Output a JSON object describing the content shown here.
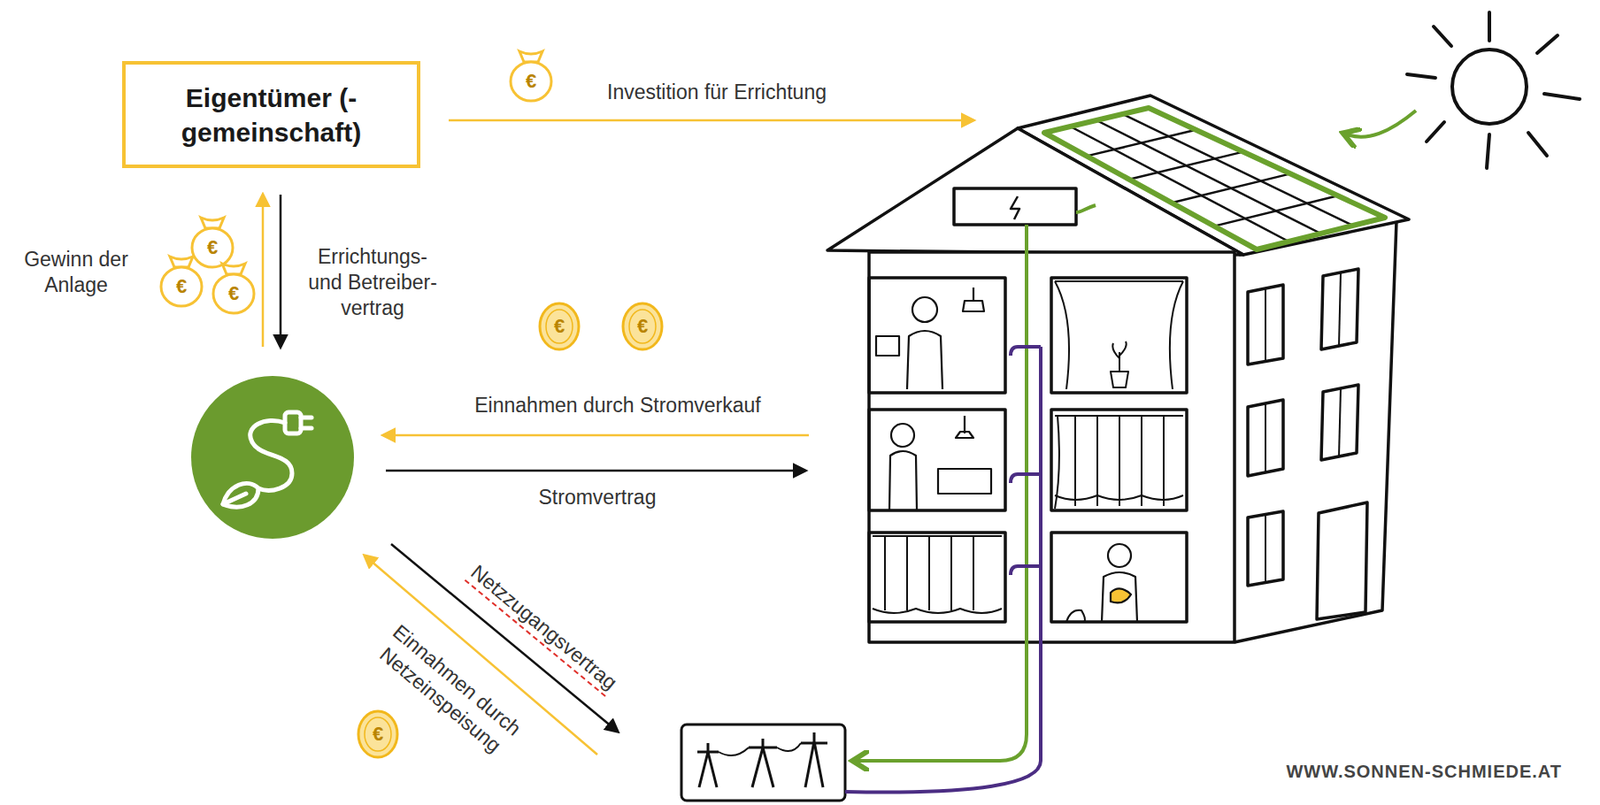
{
  "diagram": {
    "nodes": [
      {
        "text": [
          "Eigentümer (-gemeinschaft)"
        ]
      }
    ],
    "labels": [
      "€",
      "Investition für Errichtung",
      "Gewinn der Anlage",
      "€",
      "€",
      "€",
      "Errichtungs- und Betreiber- vertrag",
      "€",
      "€",
      "Einnahmen durch Stromverkauf",
      "Stromvertrag",
      "Netzzugangsvertrag",
      "Einnahmen durch Netzeinspeisung",
      "€",
      "WWW.SONNEN-SCHMIEDE.AT"
    ]
  }
}
